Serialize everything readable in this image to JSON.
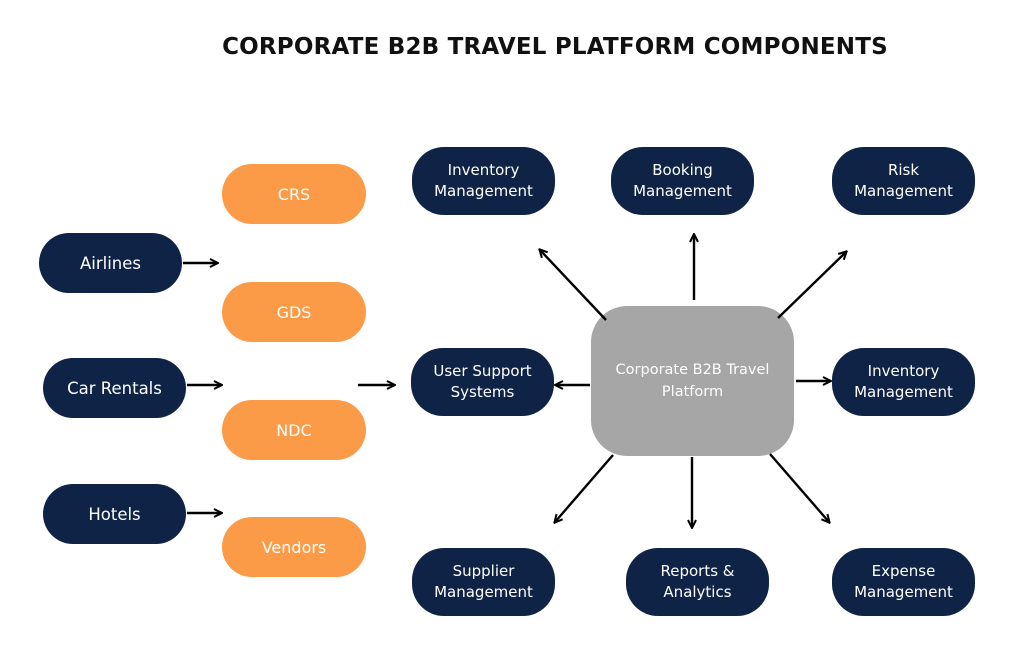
{
  "title": "CORPORATE B2B TRAVEL PLATFORM COMPONENTS",
  "colors": {
    "navy": "#0f2347",
    "orange": "#fb9a47",
    "center": "#a6a6a6",
    "arrow": "#000000"
  },
  "sources": [
    {
      "label": "Airlines"
    },
    {
      "label": "Car Rentals"
    },
    {
      "label": "Hotels"
    }
  ],
  "distribution": [
    {
      "label": "CRS"
    },
    {
      "label": "GDS"
    },
    {
      "label": "NDC"
    },
    {
      "label": "Vendors"
    }
  ],
  "center": {
    "label": "Corporate B2B Travel\nPlatform"
  },
  "components": {
    "top_left": "Inventory\nManagement",
    "top_mid": "Booking\nManagement",
    "top_right": "Risk\nManagement",
    "mid_left": "User Support\nSystems",
    "mid_right": "Inventory\nManagement",
    "bot_left": "Supplier\nManagement",
    "bot_mid": "Reports &\nAnalytics",
    "bot_right": "Expense\nManagement"
  }
}
